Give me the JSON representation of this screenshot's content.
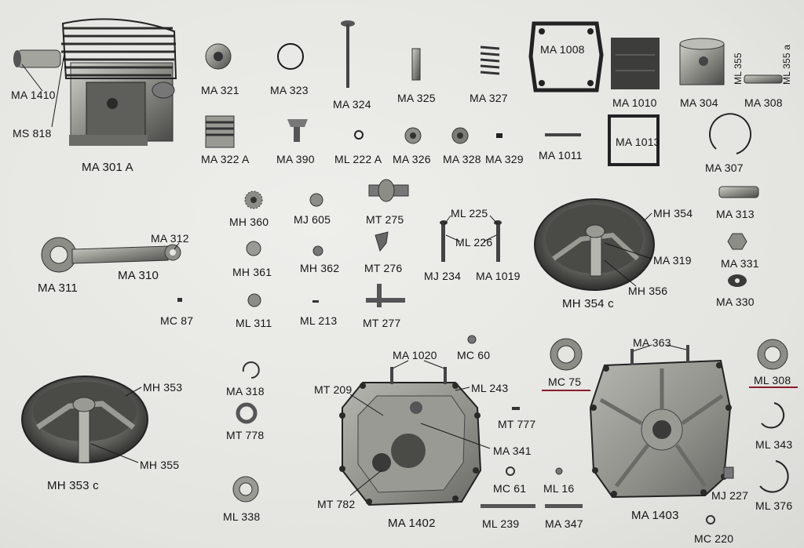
{
  "labels": {
    "ma1410": "MA 1410",
    "ms818": "MS 818",
    "ma301a": "MA 301 A",
    "ma321": "MA 321",
    "ma323": "MA 323",
    "ma324": "MA 324",
    "ma325": "MA 325",
    "ma327": "MA 327",
    "ma1008": "MA 1008",
    "ma1010": "MA 1010",
    "ma304": "MA 304",
    "ml355": "ML 355",
    "ml355a": "ML 355 a",
    "ma308": "MA 308",
    "ma322a": "MA 322 A",
    "ma390": "MA 390",
    "ml222a": "ML 222 A",
    "ma326": "MA 326",
    "ma328": "MA 328",
    "ma329": "MA 329",
    "ma1011": "MA 1011",
    "ma1013": "MA 1013",
    "ma307": "MA 307",
    "mh360": "MH 360",
    "mj605": "MJ 605",
    "mt275": "MT 275",
    "ml225": "ML 225",
    "ml226": "ML 226",
    "mh354": "MH 354",
    "ma313": "MA 313",
    "ma312": "MA 312",
    "ma310": "MA 310",
    "ma311": "MA 311",
    "mh361": "MH 361",
    "mh362": "MH 362",
    "mt276": "MT 276",
    "mj234": "MJ 234",
    "ma1019": "MA 1019",
    "ma319": "MA 319",
    "ma331": "MA 331",
    "mh356": "MH 356",
    "mh354c": "MH  354 c",
    "ma330": "MA 330",
    "mc87": "MC 87",
    "ml311": "ML 311",
    "ml213": "ML 213",
    "mt277": "MT 277",
    "ma1020": "MA 1020",
    "mc60": "MC 60",
    "ma363": "MA 363",
    "mh353": "MH 353",
    "ma318": "MA 318",
    "mt209": "MT 209",
    "ml243": "ML 243",
    "mc75": "MC 75",
    "ml308": "ML 308",
    "mt778": "MT 778",
    "mt777": "MT 777",
    "ma341": "MA 341",
    "ml343": "ML 343",
    "mh355": "MH 355",
    "mh353c": "MH  353 c",
    "mt782": "MT 782",
    "mc61": "MC 61",
    "ml16": "ML 16",
    "mj227": "MJ 227",
    "ml376": "ML 376",
    "ml338": "ML 338",
    "ma1402": "MA 1402",
    "ml239": "ML 239",
    "ma347": "MA 347",
    "ma1403": "MA 1403",
    "mc220": "MC 220"
  },
  "colors": {
    "paper": "#e9e9e6",
    "ink": "#151515",
    "part_dark": "#3a3a38",
    "part_mid": "#7c7c78",
    "part_light": "#b9b9b4",
    "underline": "#8a1b2a"
  }
}
